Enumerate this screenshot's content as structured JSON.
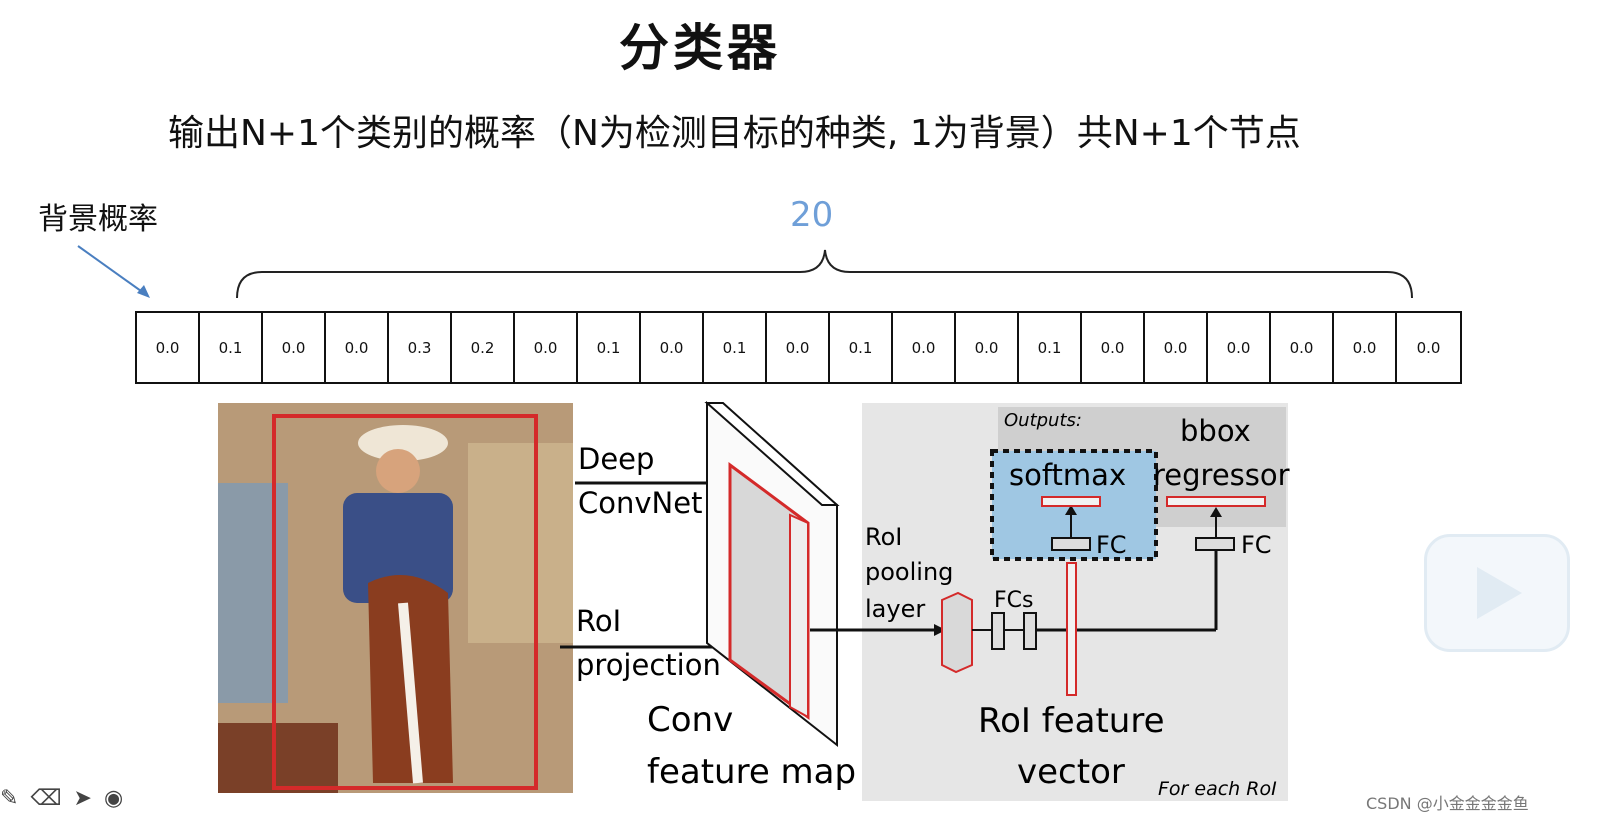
{
  "slide": {
    "title": "分类器",
    "subtitle": "输出N+1个类别的概率（N为检测目标的种类, 1为背景）共N+1个节点",
    "background_label": "背景概率",
    "class_count": "20"
  },
  "probabilities": [
    "0.0",
    "0.1",
    "0.0",
    "0.0",
    "0.3",
    "0.2",
    "0.0",
    "0.1",
    "0.0",
    "0.1",
    "0.0",
    "0.1",
    "0.0",
    "0.0",
    "0.1",
    "0.0",
    "0.0",
    "0.0",
    "0.0",
    "0.0",
    "0.0"
  ],
  "figure": {
    "deep_convnet": [
      "Deep",
      "ConvNet"
    ],
    "roi_projection": [
      "RoI",
      "projection"
    ],
    "conv_feature_map": [
      "Conv",
      "feature map"
    ],
    "roi_pooling": [
      "RoI",
      "pooling",
      "layer"
    ],
    "fcs": "FCs",
    "outputs": "Outputs:",
    "softmax": "softmax",
    "bbox_regressor": [
      "bbox",
      "regressor"
    ],
    "fc": "FC",
    "roi_feature_vector": [
      "RoI feature",
      "vector"
    ],
    "for_each_roi": "For each RoI"
  },
  "watermark": "CSDN @小金金金金鱼",
  "colors": {
    "accent_blue": "#6f9fd8",
    "box_red": "#d42a2a",
    "panel_gray": "#e6e6e6",
    "softmax_blue": "#9fc7e3"
  },
  "icons": [
    "bilibili-play-icon",
    "pen-icon",
    "eraser-icon",
    "pointer-icon",
    "record-icon"
  ]
}
